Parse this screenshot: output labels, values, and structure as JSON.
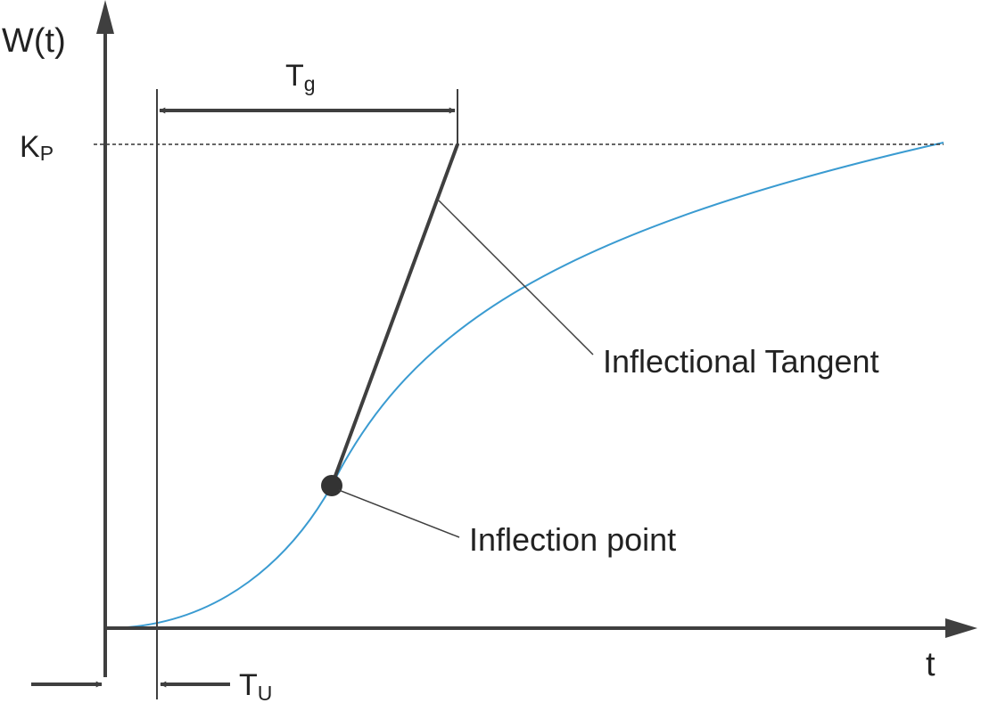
{
  "axes": {
    "y_label": "W(t)",
    "x_label": "t"
  },
  "steady_state": {
    "label_main": "K",
    "label_sub": "P"
  },
  "tg": {
    "label_main": "T",
    "label_sub": "g"
  },
  "tu": {
    "label_main": "T",
    "label_sub": "U"
  },
  "annotations": {
    "tangent": "Inflectional Tangent",
    "inflection": "Inflection point"
  },
  "colors": {
    "curve": "#3a9bd1",
    "lines": "#3f3f3f",
    "point": "#333333"
  }
}
